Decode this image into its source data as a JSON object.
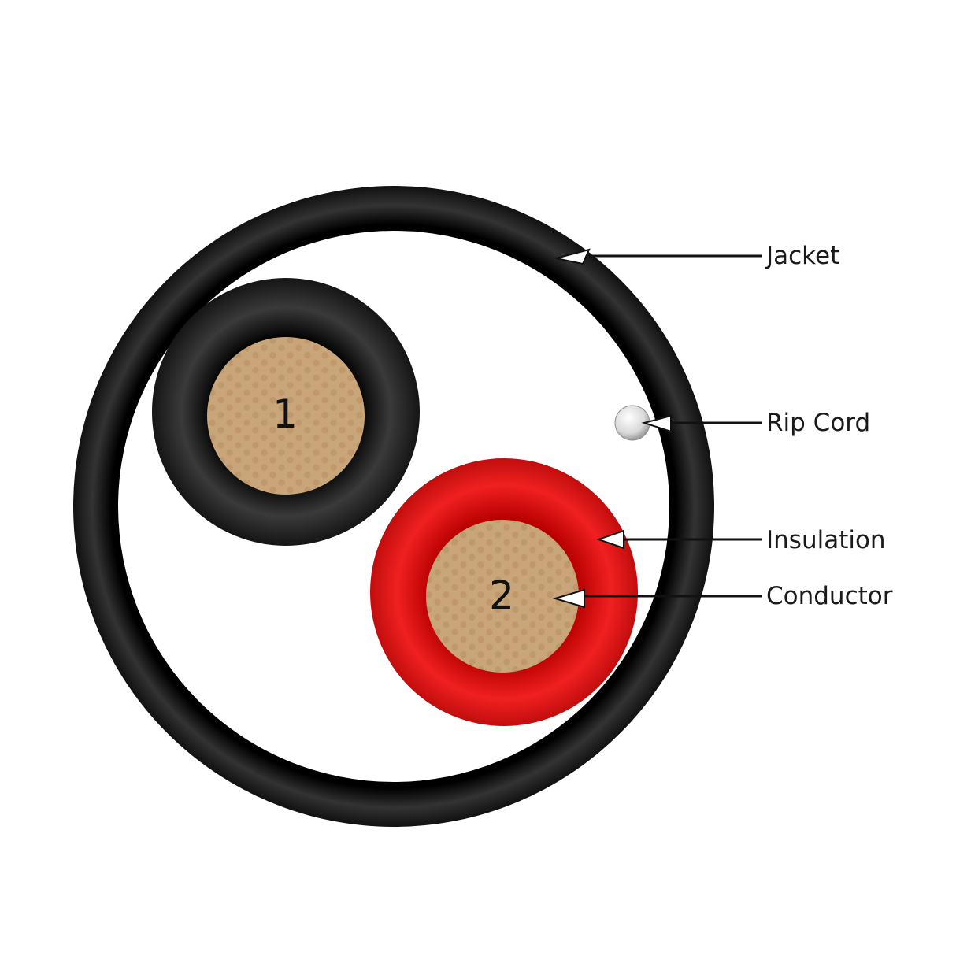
{
  "colors": {
    "background": "#ffffff",
    "jacket": "#1c1c1c",
    "insulation_1": "#1f1f1f",
    "insulation_2": "#e01919",
    "conductor": "#c9a57a",
    "conductor_strand": "#b08a5f",
    "rip_cord": "#dcdcdc",
    "leader_line": "#111111"
  },
  "conductors": [
    {
      "number": "1",
      "insulation_color": "black"
    },
    {
      "number": "2",
      "insulation_color": "red"
    }
  ],
  "callouts": {
    "jacket": "Jacket",
    "rip_cord": "Rip Cord",
    "insulation": "Insulation",
    "conductor": "Conductor"
  }
}
